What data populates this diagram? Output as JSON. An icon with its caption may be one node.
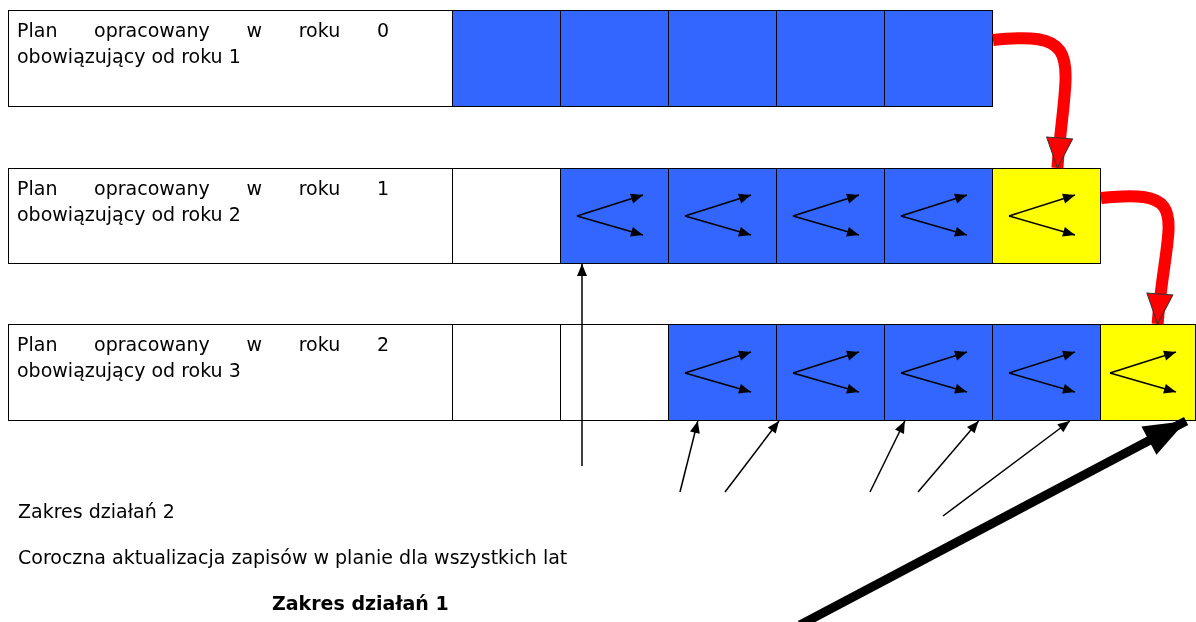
{
  "diagram": {
    "nodes": [
      {
        "text": [
          "Plan opracowany w roku 0 obowiązujący od roku 1"
        ]
      },
      {
        "text": [],
        "shape": "box"
      },
      {
        "text": [],
        "shape": "box"
      },
      {
        "text": [],
        "shape": "box"
      },
      {
        "text": [],
        "shape": "box"
      },
      {
        "text": [],
        "shape": "box"
      },
      {
        "text": [
          "Plan opracowany w roku 1 obowiązujący od roku 2"
        ]
      },
      {
        "text": [],
        "shape": "box"
      },
      {
        "text": [],
        "shape": "box"
      },
      {
        "text": [],
        "shape": "box"
      },
      {
        "text": [],
        "shape": "box"
      },
      {
        "text": [],
        "shape": "box"
      },
      {
        "text": [],
        "shape": "box"
      },
      {
        "text": [
          "Plan opracowany w roku 2 obowiązujący od roku 3"
        ]
      },
      {
        "text": [],
        "shape": "box"
      },
      {
        "text": [],
        "shape": "box"
      },
      {
        "text": [],
        "shape": "box"
      },
      {
        "text": [],
        "shape": "box"
      },
      {
        "text": [],
        "shape": "box"
      },
      {
        "text": [],
        "shape": "box"
      },
      {
        "text": [],
        "shape": "box"
      }
    ],
    "edges": [
      {
        "from": 5,
        "to": 12,
        "arrow": "to",
        "style": "thick",
        "color": "#ff0000"
      },
      {
        "from": 12,
        "to": 20,
        "arrow": "to",
        "style": "thick",
        "color": "#ff0000"
      },
      {
        "from": null,
        "to": 8,
        "arrow": "to"
      },
      {
        "from": null,
        "to": 16,
        "arrow": "to"
      },
      {
        "from": null,
        "to": 17,
        "arrow": "to"
      },
      {
        "from": null,
        "to": 18,
        "arrow": "to"
      },
      {
        "from": null,
        "to": 19,
        "arrow": "to"
      },
      {
        "from": null,
        "to": 20,
        "arrow": "to"
      },
      {
        "from": null,
        "to": 20,
        "arrow": "to",
        "style": "thick"
      }
    ],
    "labels": [
      "Zakres działań 2",
      "Coroczna aktualizacja zapisów w planie dla wszystkich lat",
      "Zakres działań 1"
    ]
  }
}
